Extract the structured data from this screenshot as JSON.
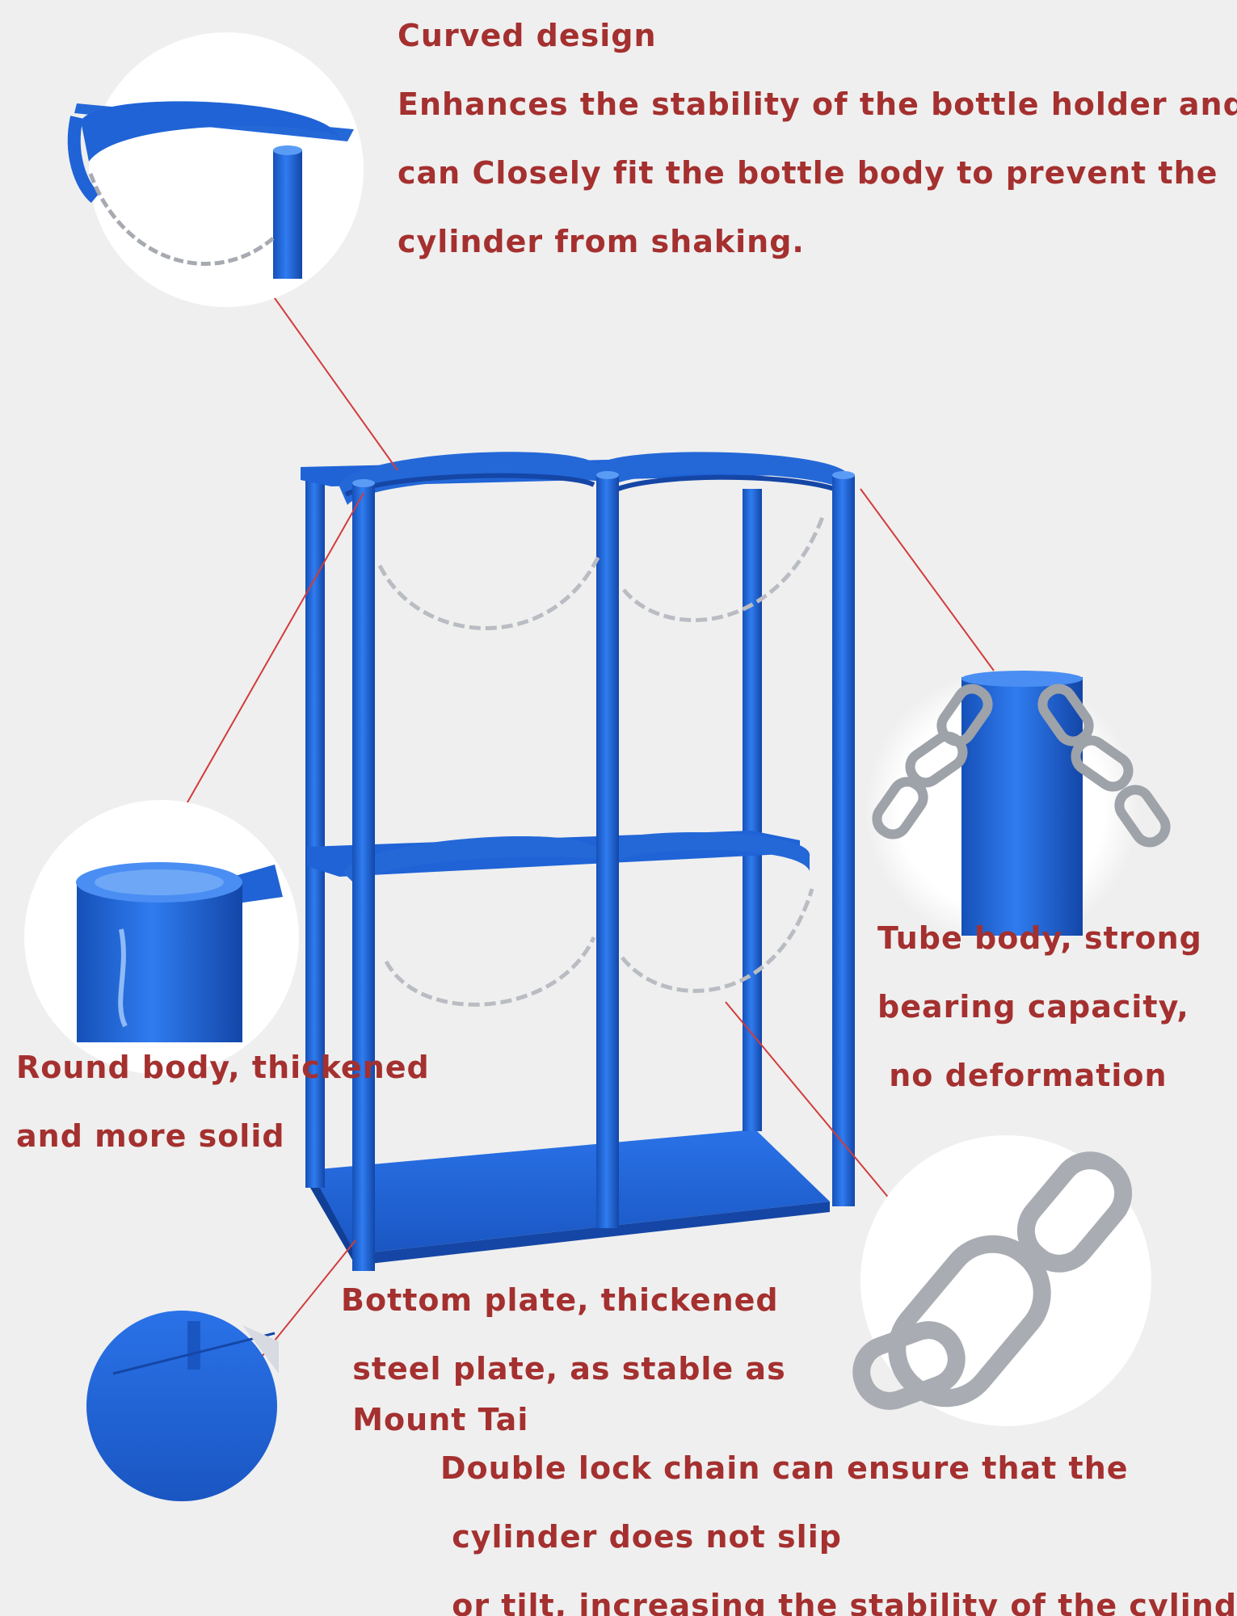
{
  "captions": {
    "curved_design": [
      "Curved design",
      "Enhances the stability of the bottle holder and",
      "can  Closely fit the bottle body to prevent the",
      "cylinder from shaking."
    ],
    "tube_body": [
      "Tube body, strong",
      "bearing capacity,",
      " no deformation"
    ],
    "round_body": [
      "Round body, thickened",
      "and more solid"
    ],
    "bottom_plate": [
      "Bottom plate, thickened",
      " steel plate, as stable as",
      " Mount Tai"
    ],
    "double_chain": [
      "Double lock chain can ensure that the",
      " cylinder does not slip",
      " or tilt, increasing the stability of the cylinder"
    ]
  },
  "colors": {
    "caption_text": "#a4302f",
    "rack_blue": "#1f63d6",
    "chain_silver": "#c9ccd1",
    "pointer_line": "#d23c3c",
    "background": "#efefef"
  }
}
